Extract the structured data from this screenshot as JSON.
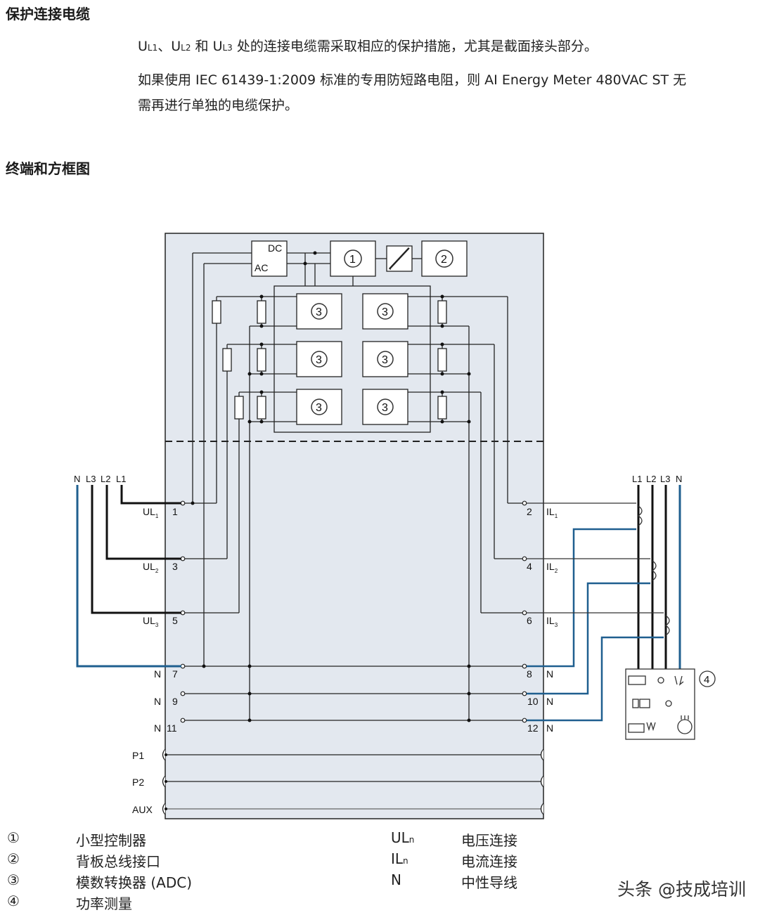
{
  "section1": {
    "title": "保护连接电缆",
    "para1": {
      "parts": [
        "U",
        "L1",
        "、U",
        "L2",
        " 和 U",
        "L3",
        " 处的连接电缆需采取相应的保护措施，尤其是截面接头部分。"
      ]
    },
    "para2_line1": "如果使用 IEC 61439-1:2009 标准的专用防短路电阻，则 AI Energy Meter 480VAC ST 无",
    "para2_line2": "需再进行单独的电缆保护。"
  },
  "section2": {
    "title": "终端和方框图"
  },
  "diagram": {
    "dc_label": "DC",
    "ac_label": "AC",
    "block1": "1",
    "block2": "2",
    "adc": "3",
    "left_bus_labels": [
      "N",
      "L3",
      "L2",
      "L1"
    ],
    "right_bus_labels": [
      "L1",
      "L2",
      "L3",
      "N"
    ],
    "left_terminals": [
      {
        "num": "1",
        "label": "UL",
        "sub": "1"
      },
      {
        "num": "3",
        "label": "UL",
        "sub": "2"
      },
      {
        "num": "5",
        "label": "UL",
        "sub": "3"
      },
      {
        "num": "7",
        "label": "N"
      },
      {
        "num": "9",
        "label": "N"
      },
      {
        "num": "11",
        "label": "N"
      }
    ],
    "right_terminals": [
      {
        "num": "2",
        "label": "IL",
        "sub": "1"
      },
      {
        "num": "4",
        "label": "IL",
        "sub": "2"
      },
      {
        "num": "6",
        "label": "IL",
        "sub": "3"
      },
      {
        "num": "8",
        "label": "N"
      },
      {
        "num": "10",
        "label": "N"
      },
      {
        "num": "12",
        "label": "N"
      }
    ],
    "bus_terminals": [
      "P1",
      "P2",
      "AUX"
    ],
    "power_meter": "4",
    "colors": {
      "neutral": "#1f5f8f",
      "panel": "#e3e8ef",
      "line": "#111111"
    }
  },
  "legend": {
    "left": [
      {
        "mark": "①",
        "text": "小型控制器"
      },
      {
        "mark": "②",
        "text": "背板总线接口"
      },
      {
        "mark": "③",
        "text": "模数转换器 (ADC)"
      },
      {
        "mark": "④",
        "text": "功率测量"
      }
    ],
    "right": [
      {
        "mark": "UL",
        "sub": "n",
        "text": "电压连接"
      },
      {
        "mark": "IL",
        "sub": "n",
        "text": "电流连接"
      },
      {
        "mark": "N",
        "sub": "",
        "text": "中性导线"
      }
    ]
  },
  "watermark": "头条 @技成培训"
}
